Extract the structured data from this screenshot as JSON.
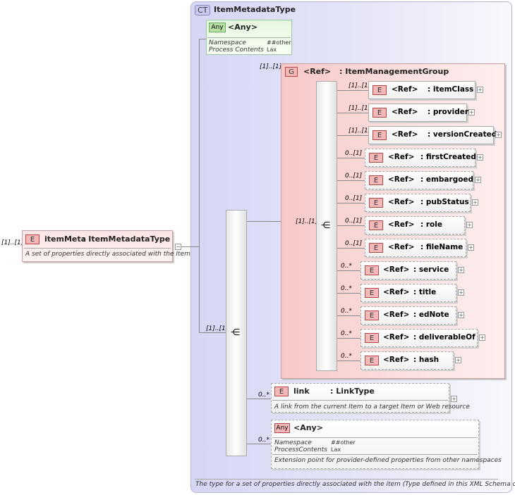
{
  "complex_type": {
    "badge": "CT",
    "name": "ItemMetadataType",
    "doc": "The type for a set of properties directly associated with the item (Type defined in this XML Schema only)"
  },
  "main_element": {
    "cardinality": "[1]..[1]",
    "badge": "E",
    "name": "itemMeta",
    "type": ": ItemMetadataType",
    "doc": "A set of properties directly associated with the Item"
  },
  "any_top": {
    "badge": "Any",
    "label": "<Any>",
    "ns_key": "Namespace",
    "ns_val": "##other",
    "pc_key": "Process Contents",
    "pc_val": "Lax"
  },
  "outer_sequence": {
    "cardinality": "[1]..[1]"
  },
  "group": {
    "cardinality": "[1]..[1]",
    "badge": "G",
    "ref": "<Ref>",
    "type": ": ItemManagementGroup",
    "seq_cardinality": "[1]..[1]",
    "items": [
      {
        "card": "[1]..[1]",
        "badge": "E",
        "ref": "<Ref>",
        "name": ": itemClass"
      },
      {
        "card": "[1]..[1]",
        "badge": "E",
        "ref": "<Ref>",
        "name": ": provider"
      },
      {
        "card": "[1]..[1]",
        "badge": "E",
        "ref": "<Ref>",
        "name": ": versionCreated"
      },
      {
        "card": "0..[1]",
        "badge": "E",
        "ref": "<Ref>",
        "name": ": firstCreated"
      },
      {
        "card": "0..[1]",
        "badge": "E",
        "ref": "<Ref>",
        "name": ": embargoed"
      },
      {
        "card": "0..[1]",
        "badge": "E",
        "ref": "<Ref>",
        "name": ": pubStatus"
      },
      {
        "card": "0..[1]",
        "badge": "E",
        "ref": "<Ref>",
        "name": ": role"
      },
      {
        "card": "0..[1]",
        "badge": "E",
        "ref": "<Ref>",
        "name": ": fileName"
      },
      {
        "card": "0..*",
        "badge": "E",
        "ref": "<Ref>",
        "name": ": service"
      },
      {
        "card": "0..*",
        "badge": "E",
        "ref": "<Ref>",
        "name": ": title"
      },
      {
        "card": "0..*",
        "badge": "E",
        "ref": "<Ref>",
        "name": ": edNote"
      },
      {
        "card": "0..*",
        "badge": "E",
        "ref": "<Ref>",
        "name": ": deliverableOf"
      },
      {
        "card": "0..*",
        "badge": "E",
        "ref": "<Ref>",
        "name": ": hash"
      }
    ]
  },
  "link": {
    "card": "0..*",
    "badge": "E",
    "name": "link",
    "type": ": LinkType",
    "doc": "A link from the current Item to a target Item or Web resource"
  },
  "any_bottom": {
    "card": "0..*",
    "badge": "Any",
    "label": "<Any>",
    "ns_key": "Namespace",
    "ns_val": "##other",
    "pc_key": "ProcessContents",
    "pc_val": "Lax",
    "doc": "Extension point for provider-defined properties from other namespaces"
  }
}
